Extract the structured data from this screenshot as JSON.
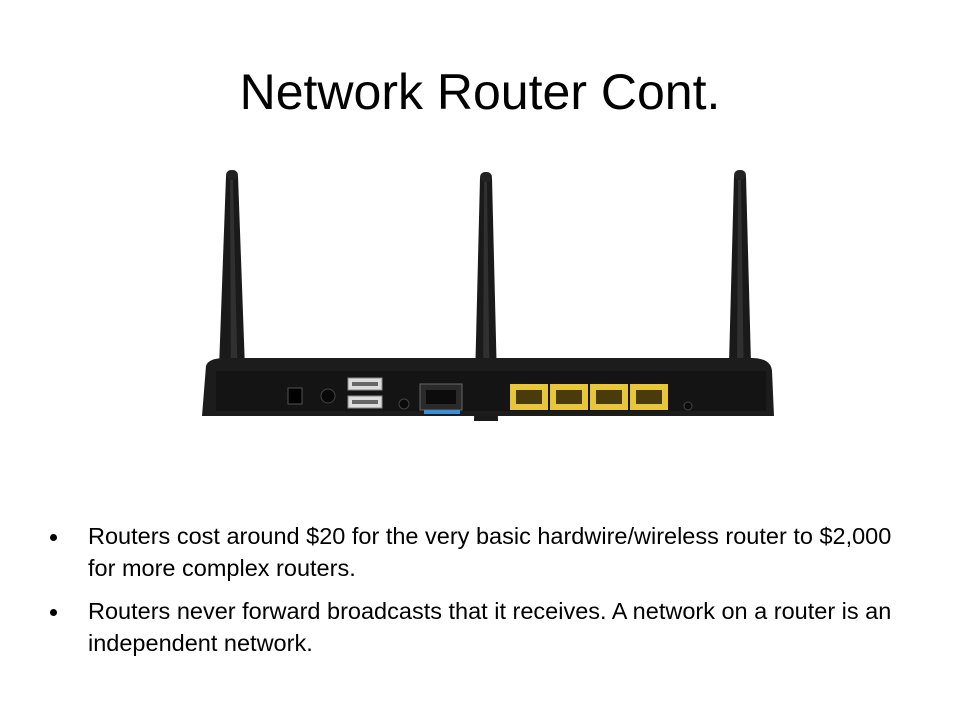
{
  "slide": {
    "title": "Network Router Cont.",
    "image": {
      "icon": "router-photo",
      "port_colors": {
        "body": "#1c1c1c",
        "wan_port": "#3a8fd8",
        "lan_ports": "#e8c63a"
      }
    },
    "bullets": [
      {
        "text": "Routers cost around $20 for the very basic hardwire/wireless router to $2,000 for more complex routers."
      },
      {
        "text": "Routers never forward broadcasts that it receives. A network on a router is an independent network."
      }
    ]
  }
}
